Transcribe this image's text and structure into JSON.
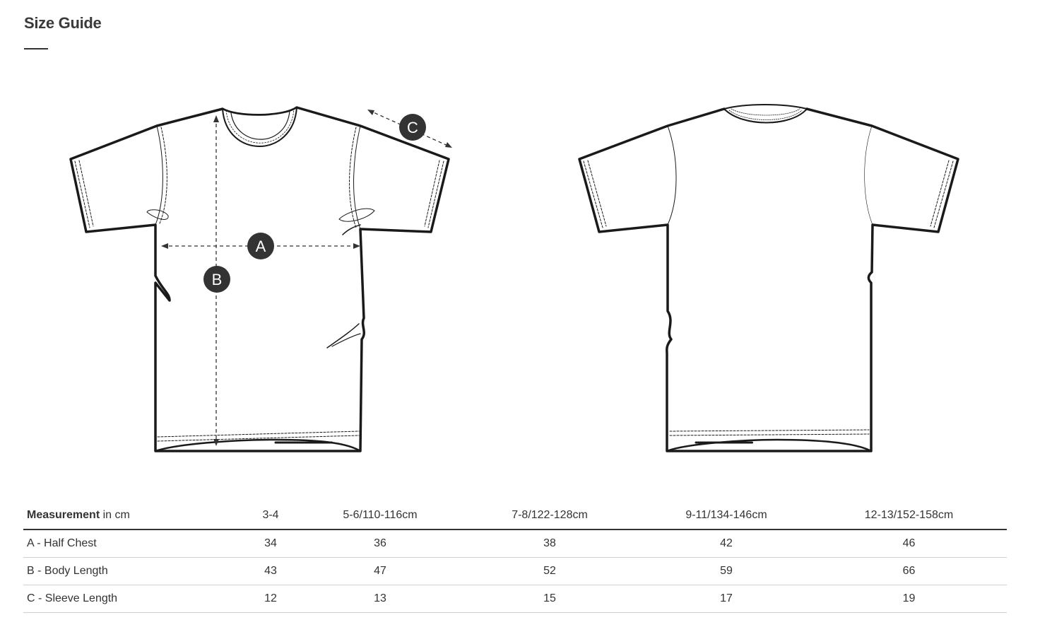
{
  "page": {
    "title": "Size Guide"
  },
  "diagram": {
    "labels": {
      "a": "A",
      "b": "B",
      "c": "C"
    }
  },
  "table": {
    "header": {
      "measurement_bold": "Measurement",
      "measurement_unit": " in cm",
      "sizes": [
        "3-4",
        "5-6/110-116cm",
        "7-8/122-128cm",
        "9-11/134-146cm",
        "12-13/152-158cm"
      ]
    },
    "rows": [
      {
        "label": "A - Half Chest",
        "values": [
          "34",
          "36",
          "38",
          "42",
          "46"
        ]
      },
      {
        "label": "B - Body Length",
        "values": [
          "43",
          "47",
          "52",
          "59",
          "66"
        ]
      },
      {
        "label": "C - Sleeve Length",
        "values": [
          "12",
          "13",
          "15",
          "17",
          "19"
        ]
      }
    ]
  },
  "colors": {
    "outline": "#1a1a1a",
    "badge": "#333333",
    "text": "#333333",
    "rule": "#333333"
  }
}
